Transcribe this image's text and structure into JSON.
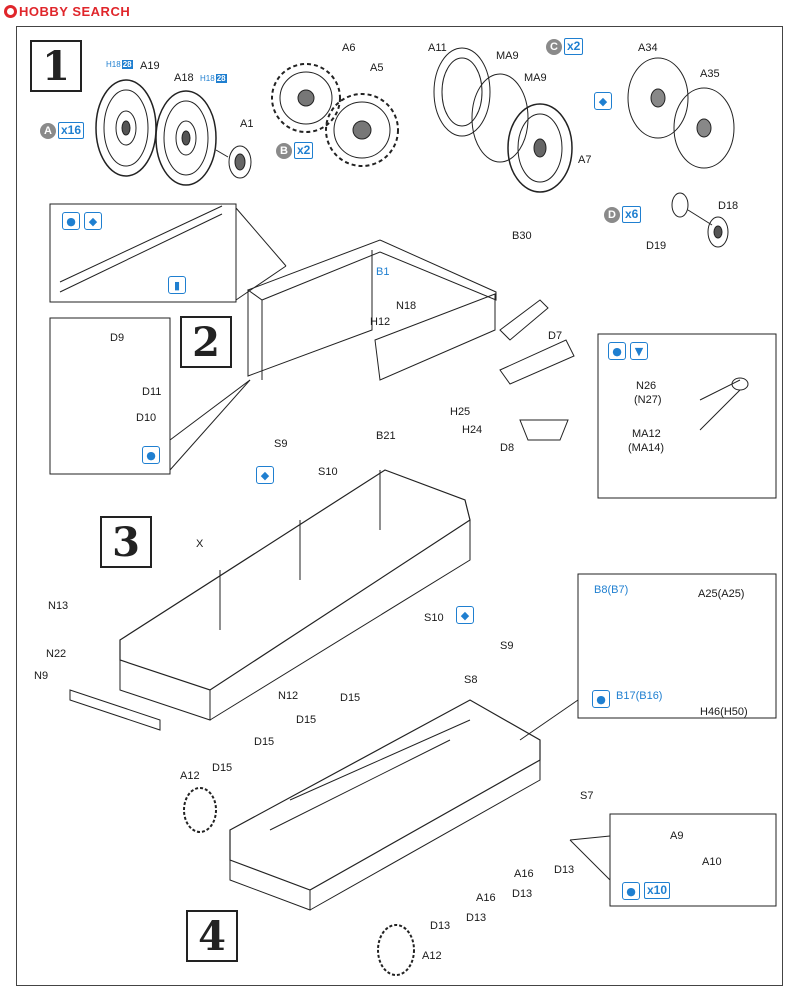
{
  "header": {
    "logo_text": "HOBBY SEARCH"
  },
  "steps": [
    {
      "number": "1"
    },
    {
      "number": "2"
    },
    {
      "number": "3"
    },
    {
      "number": "4"
    }
  ],
  "step1": {
    "group_A": {
      "letter": "A",
      "qty": "x16"
    },
    "group_B": {
      "letter": "B",
      "qty": "x2"
    },
    "group_C": {
      "letter": "C",
      "qty": "x2"
    },
    "group_D": {
      "letter": "D",
      "qty": "x6"
    },
    "paint_a19": {
      "code": "H18",
      "num": "28"
    },
    "paint_a18": {
      "code": "H18",
      "num": "28"
    },
    "parts": [
      "A19",
      "A18",
      "A1",
      "A6",
      "A5",
      "A11",
      "MA9",
      "MA9",
      "A7",
      "A34",
      "A35",
      "D18",
      "D19"
    ]
  },
  "step2": {
    "parts": [
      "B30",
      "B1",
      "N18",
      "H12",
      "D7",
      "D9",
      "D11",
      "D10",
      "H25",
      "H24",
      "B21",
      "D8"
    ],
    "callout_parts": [
      "N26",
      "(N27)",
      "MA12",
      "(MA14)"
    ]
  },
  "step3": {
    "parts": [
      "S9",
      "S10",
      "X",
      "S10",
      "S9",
      "N13",
      "N22",
      "N9",
      "N12"
    ],
    "callout_parts": [
      "B8(B7)",
      "A25(A25)",
      "B17(B16)",
      "H46(H50)"
    ]
  },
  "step4": {
    "parts": [
      "S8",
      "D15",
      "D15",
      "D15",
      "A12",
      "D15",
      "S7",
      "A16",
      "A16",
      "D13",
      "D13",
      "D13",
      "D13",
      "A12"
    ],
    "callout_parts": [
      "A9",
      "A10"
    ],
    "callout_qty": "x10"
  },
  "colors": {
    "accent": "#1f7fd0",
    "logo": "#e0262b",
    "line": "#1a1a1a"
  }
}
